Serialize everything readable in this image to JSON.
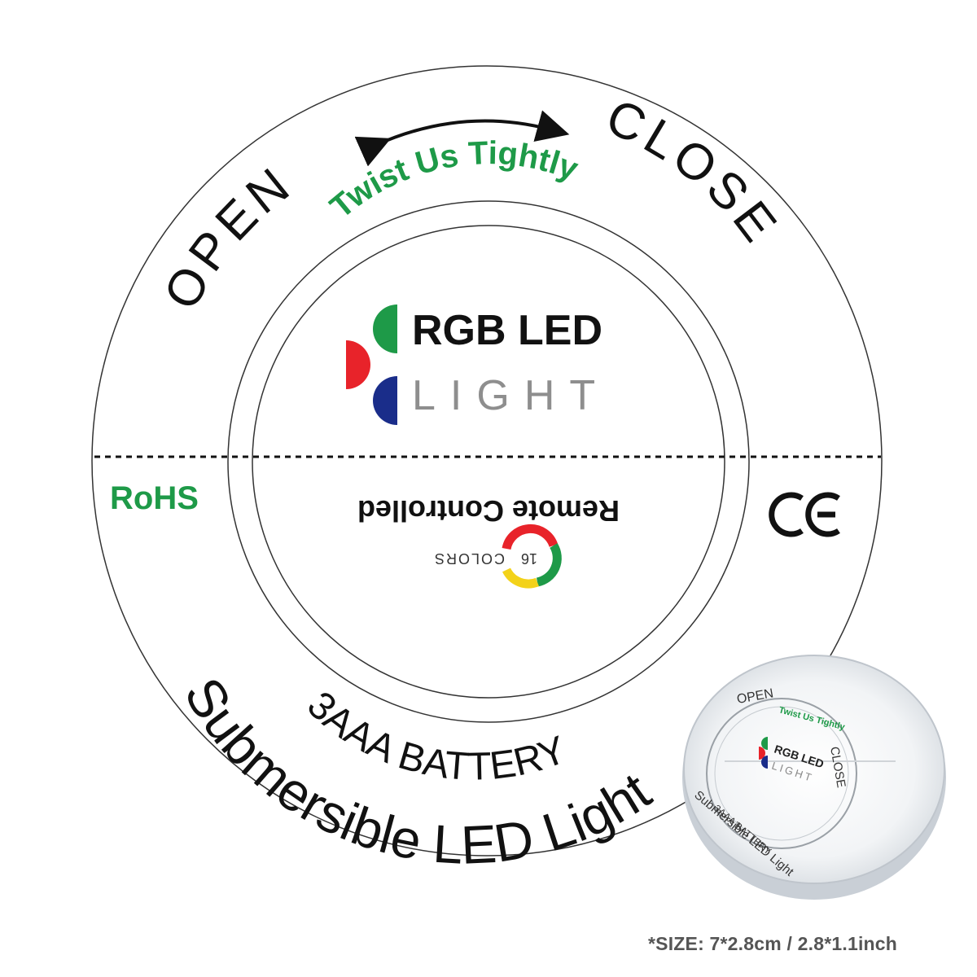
{
  "label": {
    "open": "OPEN",
    "close": "CLOSE",
    "twist": "Twist Us Tightly",
    "rgb_led": "RGB LED",
    "light": "LIGHT",
    "rohs": "RoHS",
    "ce": "CE",
    "remote": "Remote Controlled",
    "colors_number": "16",
    "colors_word": "COLORS",
    "battery": "3AAA BATTERY",
    "submersible": "Submersible  LED  Light"
  },
  "product_photo": {
    "open": "OPEN",
    "close": "CLOSE",
    "twist": "Twist Us Tightly",
    "rgb_led": "RGB LED",
    "light": "LIGHT",
    "battery": "3AAA BATTERY",
    "submersible": "Submersible LED Light"
  },
  "size_note": "*SIZE: 7*2.8cm / 2.8*1.1inch",
  "colors": {
    "green": "#1e9a48",
    "red": "#e8232a",
    "blue": "#1a2d8a",
    "yellow": "#f3d21a",
    "gray": "#8e8e8e",
    "black": "#111111"
  }
}
